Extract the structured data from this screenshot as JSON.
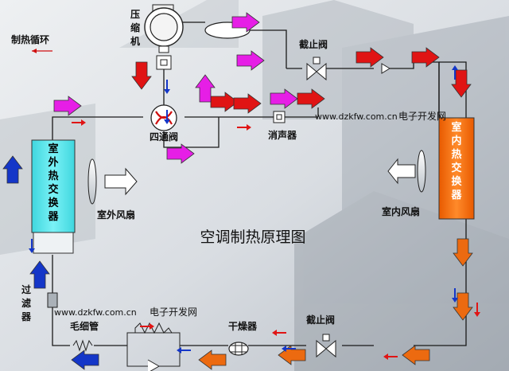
{
  "title": "空调制热原理图",
  "legend": {
    "text": "制热循环"
  },
  "watermarks": [
    {
      "url": "www.dzkfw.com.cn",
      "label": "电子开发网"
    },
    {
      "url": "www.dzkfw.com.cn",
      "label": "电子开发网"
    }
  ],
  "components": {
    "compressor": "压缩机",
    "four_way_valve": "四通阀",
    "muffler": "消声器",
    "stop_valve_top": "截止阀",
    "stop_valve_bottom": "截止阀",
    "outdoor_exchanger": "室外热交换器",
    "indoor_exchanger": "室内热交换器",
    "outdoor_fan": "室外风扇",
    "indoor_fan": "室内风扇",
    "filter": "过滤器",
    "capillary": "毛细管",
    "drier": "干燥器"
  },
  "colors": {
    "outdoor_exchanger": "#5ce8ee",
    "indoor_exchanger": "#f26a0a",
    "hot_gas_arrow": "#e01414",
    "vapor_arrow": "#e61ee6",
    "liquid_arrow": "#ec6a10",
    "cold_arrow": "#1436c8",
    "pipe": "#1a1a1a"
  }
}
